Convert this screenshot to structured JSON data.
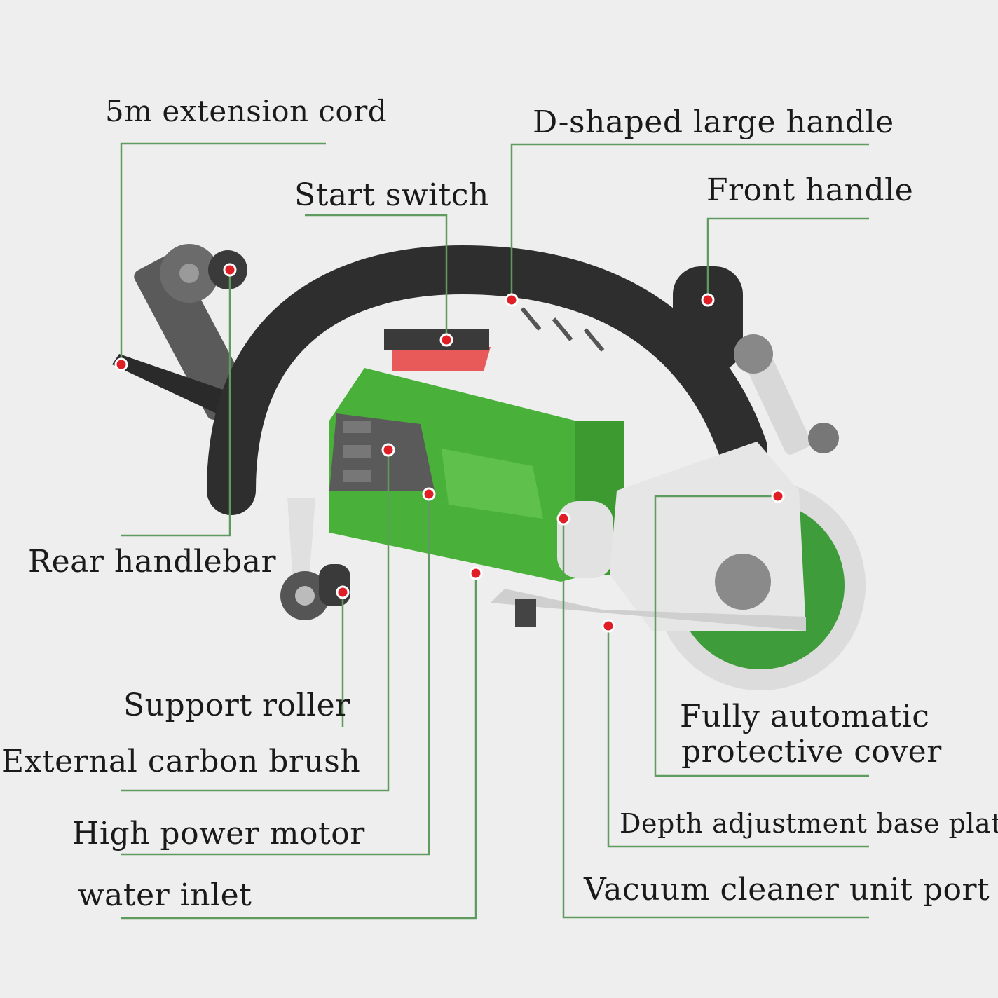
{
  "colors": {
    "background": "#eeeeee",
    "leader_line": "#5f9a5f",
    "marker": "#e01e26",
    "motor_green": "#49b039",
    "handle_black": "#2e2e2e",
    "switch_red": "#e8595a",
    "guard_white": "#e6e6e6",
    "blade_green": "#3f9c3a"
  },
  "labels": {
    "extension_cord": "5m extension cord",
    "d_handle": "D-shaped large handle",
    "start_switch": "Start switch",
    "front_handle": "Front handle",
    "rear_handlebar": "Rear handlebar",
    "support_roller": "Support roller",
    "carbon_brush": "External carbon brush",
    "motor": "High power motor",
    "water_inlet": "water inlet",
    "cover_line1": "Fully automatic",
    "cover_line2": "protective cover",
    "base_plate": "Depth adjustment base plate",
    "vacuum_port": "Vacuum cleaner unit port"
  },
  "icons": {
    "callout_marker": "red-dot-icon",
    "product": "wall-chaser-saw-illustration"
  }
}
